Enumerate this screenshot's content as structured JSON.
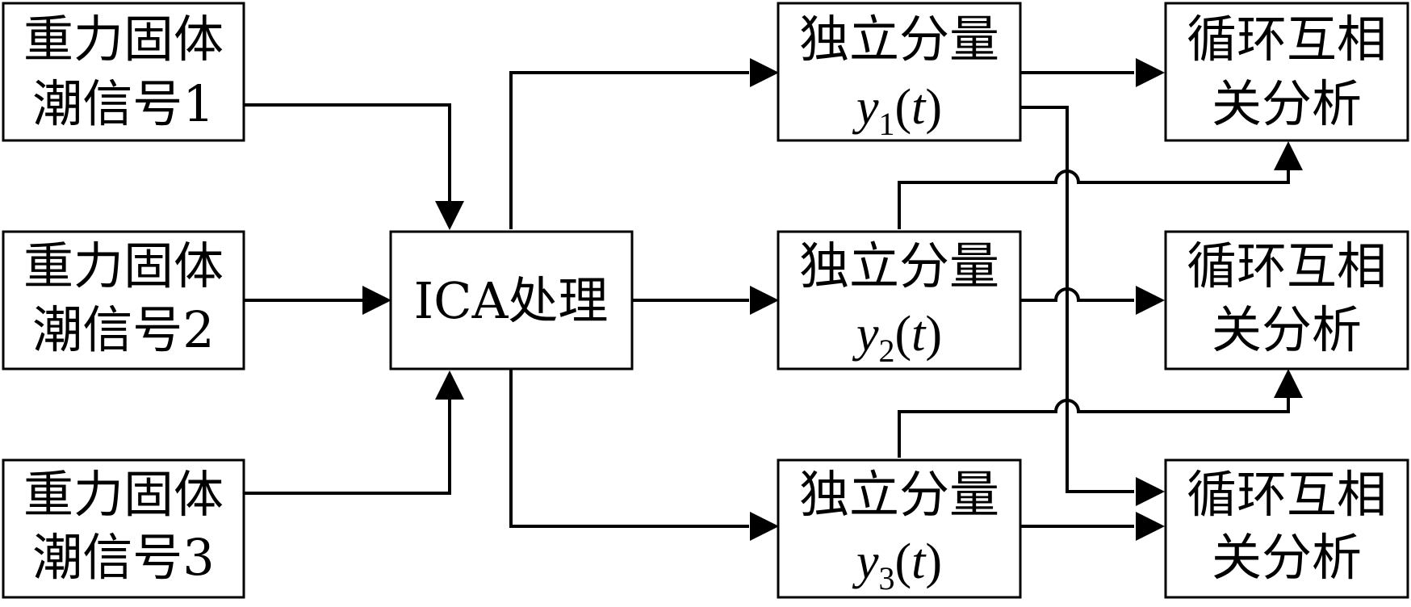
{
  "inputs": [
    {
      "line1": "重力固体",
      "line2": "潮信号1"
    },
    {
      "line1": "重力固体",
      "line2": "潮信号2"
    },
    {
      "line1": "重力固体",
      "line2": "潮信号3"
    }
  ],
  "processor": {
    "label": "ICA处理"
  },
  "components": [
    {
      "line1": "独立分量",
      "var": "y",
      "sub": "1",
      "open": "(",
      "arg": "t",
      "close": ")"
    },
    {
      "line1": "独立分量",
      "var": "y",
      "sub": "2",
      "open": "(",
      "arg": "t",
      "close": ")"
    },
    {
      "line1": "独立分量",
      "var": "y",
      "sub": "3",
      "open": "(",
      "arg": "t",
      "close": ")"
    }
  ],
  "analyses": [
    {
      "line1": "循环互相",
      "line2": "关分析"
    },
    {
      "line1": "循环互相",
      "line2": "关分析"
    },
    {
      "line1": "循环互相",
      "line2": "关分析"
    }
  ]
}
